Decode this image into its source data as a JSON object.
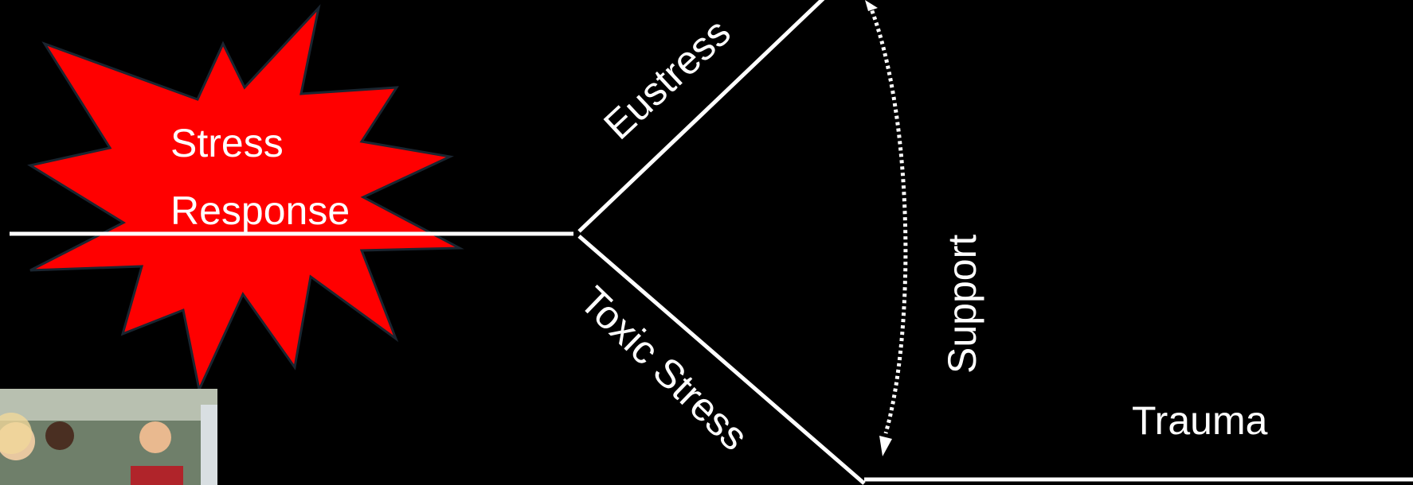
{
  "colors": {
    "background": "#000000",
    "starburst": "#ff0000",
    "line": "#ffffff",
    "text": "#ffffff"
  },
  "labels": {
    "stress": "Stress",
    "response": "Response",
    "eustress": "Eustress",
    "toxic_stress": "Toxic Stress",
    "support": "Support",
    "trauma": "Trauma"
  },
  "photo": {
    "description_icon": "children-photo"
  }
}
